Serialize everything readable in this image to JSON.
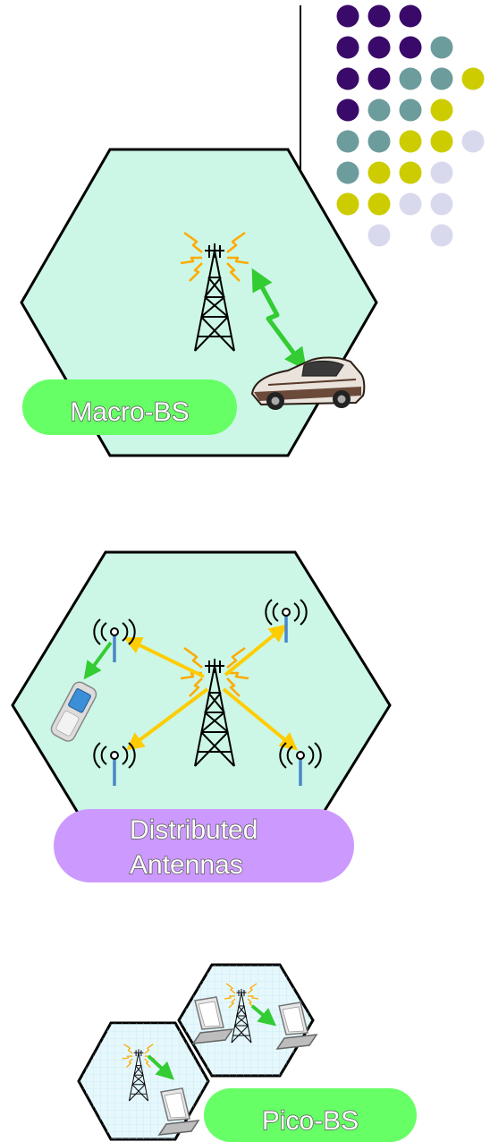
{
  "decoration": {
    "dot_colors": {
      "purple": "#3a0a6a",
      "teal": "#6d9c9c",
      "olive": "#cccc00",
      "lavender": "#d9d9ee"
    },
    "dot_rows": [
      [
        "purple",
        "purple",
        "purple",
        null,
        null
      ],
      [
        "purple",
        "purple",
        "purple",
        "teal",
        null
      ],
      [
        "purple",
        "purple",
        "teal",
        "teal",
        "olive"
      ],
      [
        "purple",
        "teal",
        "teal",
        "olive",
        null
      ],
      [
        "teal",
        "teal",
        "olive",
        "olive",
        "lavender"
      ],
      [
        "teal",
        "olive",
        "olive",
        "lavender",
        null
      ],
      [
        "olive",
        "olive",
        "lavender",
        "lavender",
        null
      ],
      [
        null,
        "lavender",
        null,
        "lavender",
        null
      ]
    ]
  },
  "colors": {
    "cell_fill": "#ccf7e6",
    "pico_fill": "#e6f8fc",
    "macro_label_fill": "#66ff66",
    "distributed_label_fill": "#cc99ff",
    "pico_label_fill": "#66ff66",
    "tower_glow": "#ffcc00",
    "link_green": "#33cc33",
    "link_yellow": "#ffcc00",
    "antenna_pole": "#4a86c8"
  },
  "icons": {
    "tower": "cell-tower-icon",
    "car": "car-icon",
    "phone": "mobile-phone-icon",
    "antenna": "antenna-icon",
    "laptop": "laptop-icon"
  },
  "labels": {
    "macro": "Macro-BS",
    "distributed_line1": "Distributed",
    "distributed_line2": "Antennas",
    "pico": "Pico-BS"
  }
}
